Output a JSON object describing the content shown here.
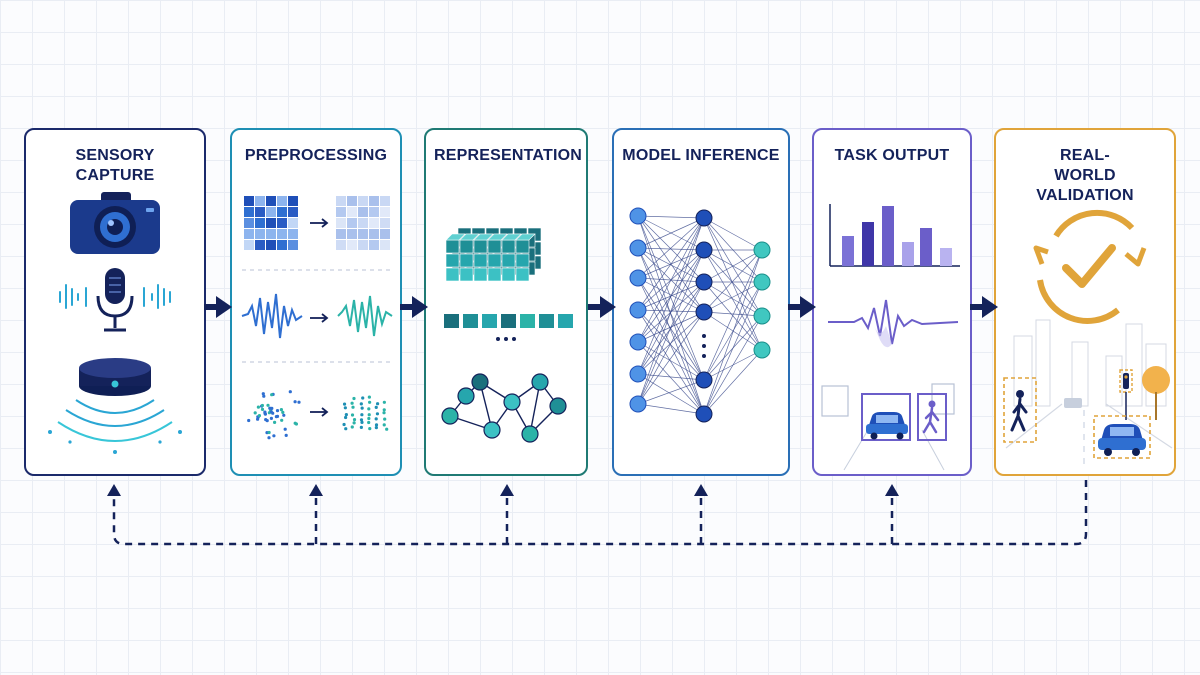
{
  "stages": [
    {
      "id": "sensory",
      "title": "SENSORY CAPTURE",
      "color": "#1b2a6b"
    },
    {
      "id": "preprocessing",
      "title": "PREPROCESSING",
      "color": "#1e8fb4"
    },
    {
      "id": "representation",
      "title": "REPRESENTATION",
      "color": "#1f7a74"
    },
    {
      "id": "inference",
      "title": "MODEL INFERENCE",
      "color": "#2a6fb6"
    },
    {
      "id": "output",
      "title": "TASK OUTPUT",
      "color": "#6b5ec9"
    },
    {
      "id": "validation",
      "title": "REAL-WORLD VALIDATION",
      "color": "#e0a43a"
    }
  ],
  "colors": {
    "navy": "#14225a",
    "blue": "#2f6fd1",
    "teal": "#2bb3a8",
    "purple": "#6b5ec9",
    "amber": "#e0a43a"
  },
  "icons": [
    "camera-icon",
    "microphone-icon",
    "lidar-sensor-icon",
    "pixel-grid-icon",
    "waveform-icon",
    "point-cloud-icon",
    "tensor-cube-icon",
    "embedding-vector-icon",
    "graph-icon",
    "neural-network-icon",
    "bar-chart-icon",
    "signal-wave-icon",
    "detection-box-icon",
    "checkmark-cycle-icon",
    "street-scene-icon"
  ]
}
